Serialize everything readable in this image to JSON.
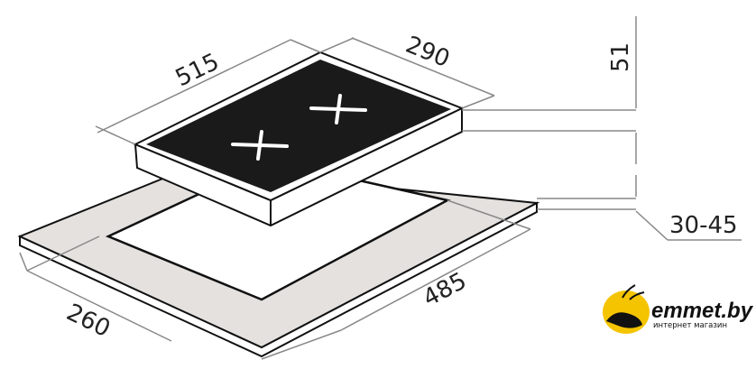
{
  "diagram": {
    "title": "Hob installation dimensions",
    "dimensions": {
      "hob_width": "515",
      "hob_depth": "290",
      "hob_height": "51",
      "countertop_thickness": "30-45",
      "cutout_depth": "260",
      "cutout_width": "485"
    },
    "colors": {
      "hob_glass": "#1a1a1a",
      "countertop": "#e4e1de",
      "dimension_line": "#888888"
    }
  },
  "logo": {
    "name": "emmet.by",
    "tagline": "интернет магазин",
    "color": "#f5c400"
  }
}
